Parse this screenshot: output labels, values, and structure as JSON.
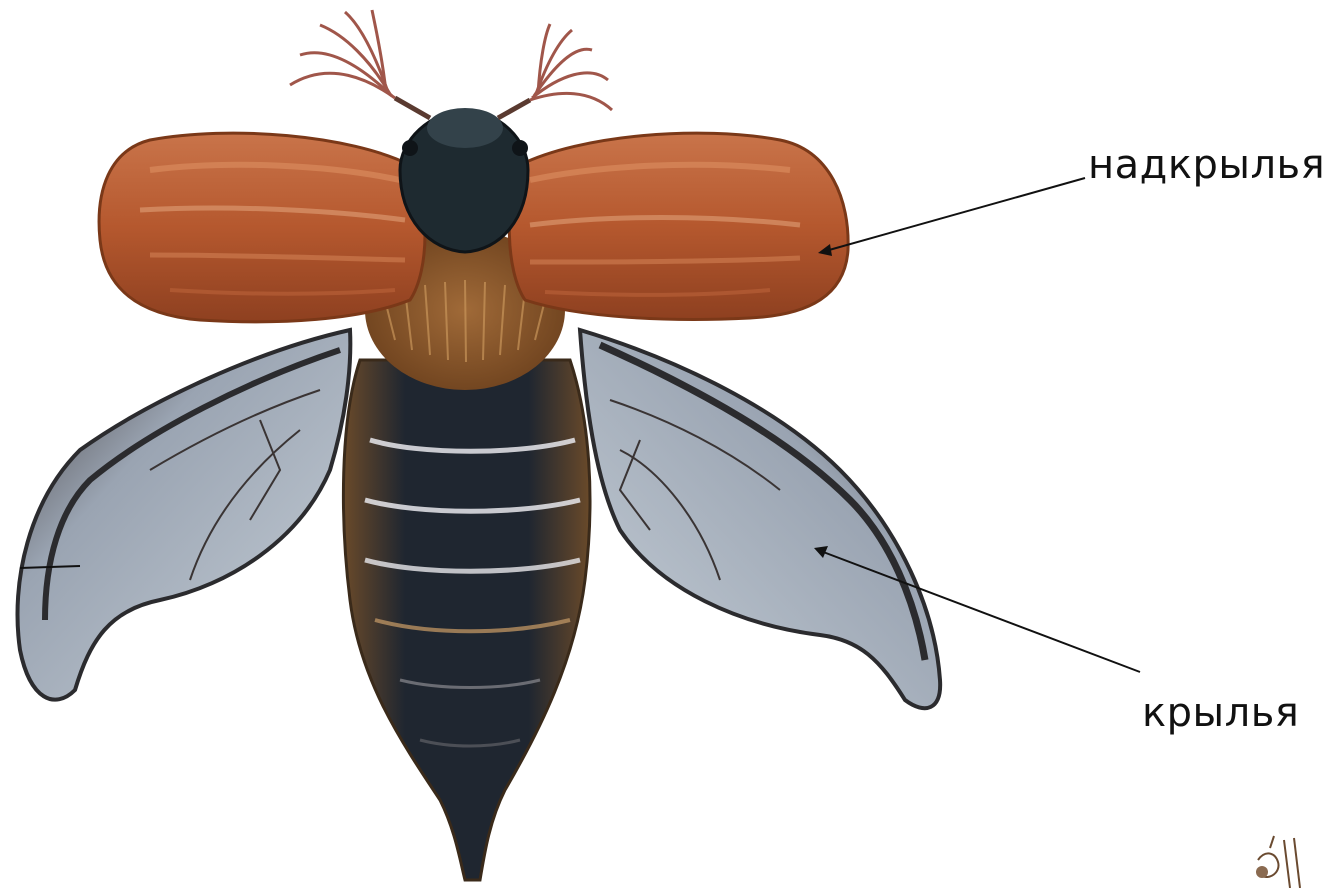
{
  "labels": {
    "elytra": "надкрылья",
    "wings": "крылья"
  },
  "colors": {
    "background": "#ffffff",
    "elytra_fill": "#b5582e",
    "elytra_highlight": "#d98a5c",
    "hind_wing_fill": "#8f9aa8",
    "hind_wing_dark": "#2b2b2e",
    "body_dark": "#1f2630",
    "thorax_hair": "#8a5a2e",
    "antennae": "#a0564a",
    "pointer_line": "#111111"
  },
  "icons": {
    "beetle": "cockchafer-beetle-illustration",
    "corner_mark": "small-insect-sketch"
  }
}
